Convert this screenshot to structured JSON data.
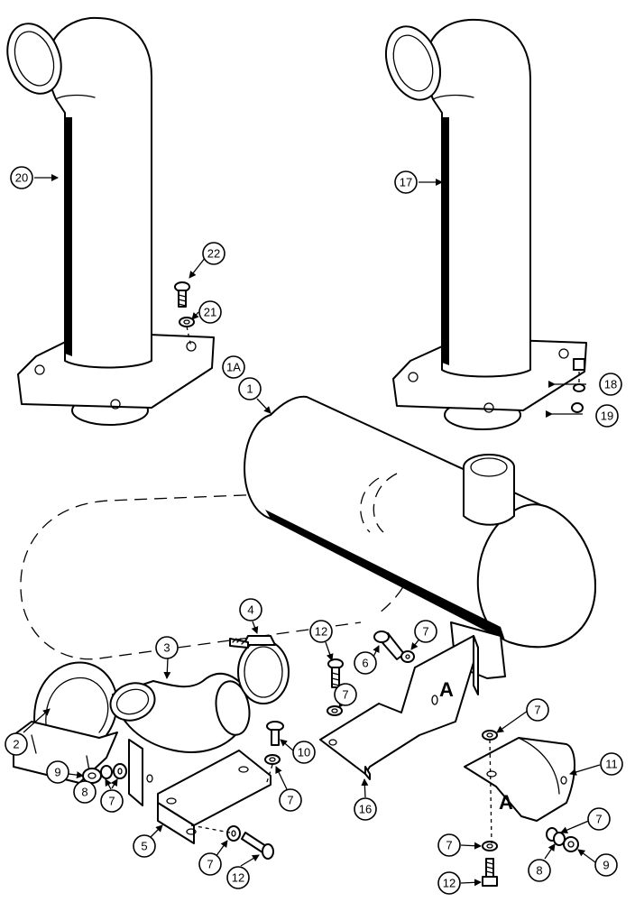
{
  "callouts": {
    "c20": "20",
    "c17": "17",
    "c22": "22",
    "c21": "21",
    "c1a": "1A",
    "c1": "1",
    "c18": "18",
    "c19": "19",
    "c4": "4",
    "c3": "3",
    "c12a": "12",
    "c6": "6",
    "c7a": "7",
    "c7b": "7",
    "c10": "10",
    "c2": "2",
    "c9a": "9",
    "c8a": "8",
    "c7c": "7",
    "c7d": "7",
    "c5": "5",
    "c7e": "7",
    "c12b": "12",
    "c16": "16",
    "c7f": "7",
    "c11": "11",
    "c7g": "7",
    "c7h": "7",
    "c8b": "8",
    "c9b": "9",
    "c12c": "12"
  },
  "view_letters": {
    "a1": "A",
    "a2": "A"
  },
  "icons": [
    "arrow-leader-icon"
  ]
}
